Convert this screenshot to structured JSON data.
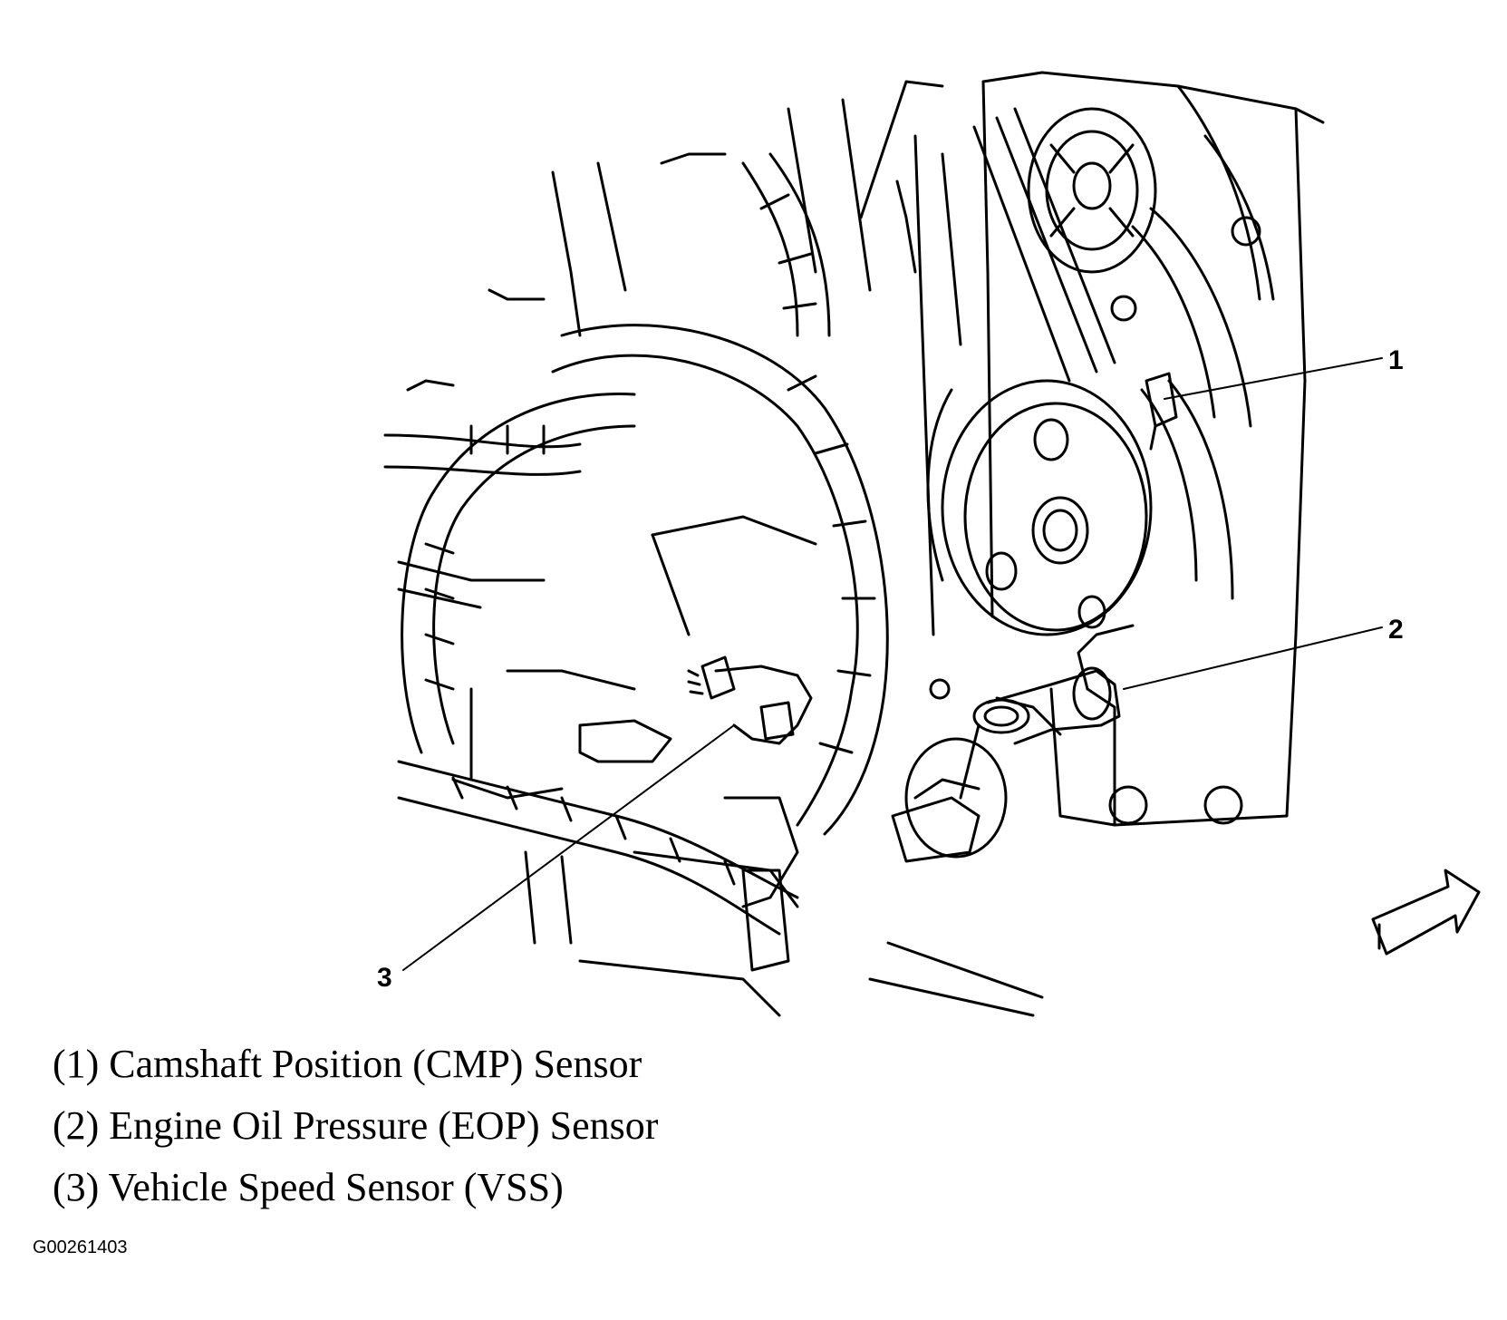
{
  "callouts": [
    {
      "number": "1"
    },
    {
      "number": "2"
    },
    {
      "number": "3"
    }
  ],
  "legend": [
    "(1) Camshaft Position (CMP) Sensor",
    "(2) Engine Oil Pressure (EOP) Sensor",
    "(3) Vehicle Speed Sensor (VSS)"
  ],
  "figure_id": "G00261403",
  "icons": {
    "orientation_arrow": "forward-arrow-icon"
  }
}
